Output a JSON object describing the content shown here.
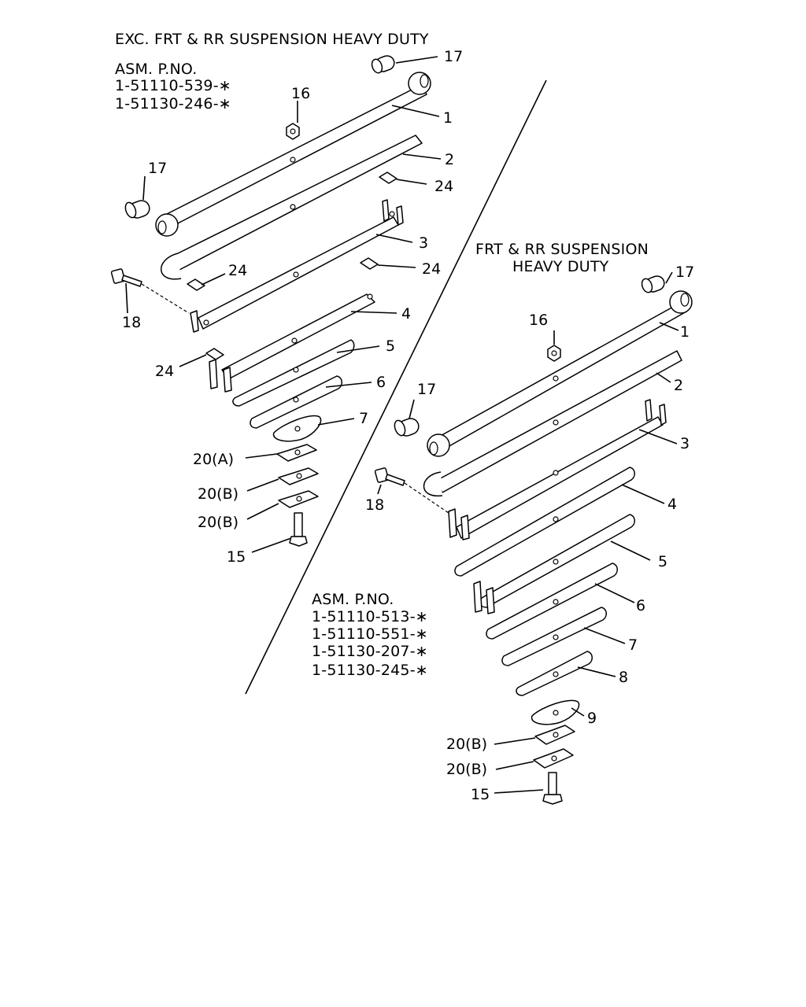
{
  "left_group": {
    "title": "EXC. FRT & RR SUSPENSION HEAVY DUTY",
    "asm_label": "ASM. P.NO.",
    "part_numbers": [
      "1-51110-539-∗",
      "1-51130-246-∗"
    ],
    "callouts": [
      "17",
      "16",
      "1",
      "2",
      "17",
      "24",
      "3",
      "24",
      "24",
      "18",
      "4",
      "24",
      "5",
      "6",
      "7",
      "20(A)",
      "20(B)",
      "20(B)",
      "15"
    ]
  },
  "right_group": {
    "title_line1": "FRT & RR SUSPENSION",
    "title_line2": "HEAVY DUTY",
    "asm_label": "ASM. P.NO.",
    "part_numbers": [
      "1-51110-513-∗",
      "1-51110-551-∗",
      "1-51130-207-∗",
      "1-51130-245-∗"
    ],
    "callouts": [
      "17",
      "16",
      "1",
      "2",
      "17",
      "3",
      "18",
      "4",
      "5",
      "6",
      "7",
      "8",
      "9",
      "20(B)",
      "20(B)",
      "15"
    ]
  }
}
